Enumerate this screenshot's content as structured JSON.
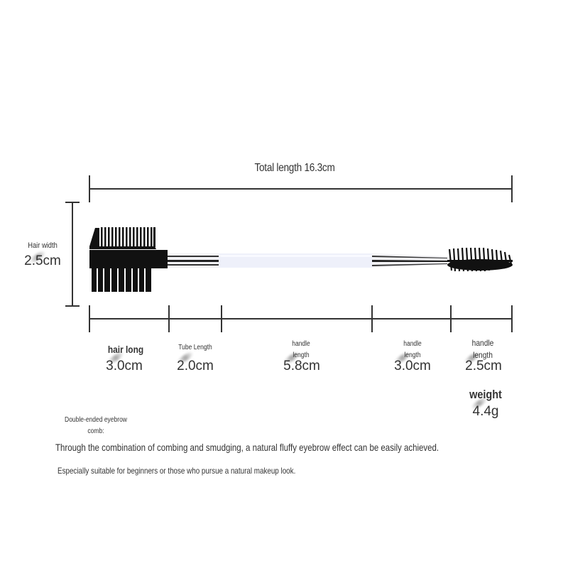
{
  "diagram": {
    "total_length": "Total length 16.3cm",
    "hair_width": {
      "label": "Hair width",
      "value": "2.5cm"
    },
    "segments": [
      {
        "label": "hair long",
        "value": "3.0cm"
      },
      {
        "label": "Tube Length",
        "value": "2.0cm"
      },
      {
        "label": "handle length",
        "value": "5.8cm"
      },
      {
        "label": "handle length",
        "value": "3.0cm"
      },
      {
        "label": "handle length",
        "value": "2.5cm"
      }
    ],
    "weight": {
      "label": "weight",
      "value": "4.4g"
    }
  },
  "description": {
    "title_line1": "Double-ended eyebrow",
    "title_line2": "comb:",
    "line1": "Through the combination of combing and smudging, a natural fluffy eyebrow effect can be easily achieved.",
    "line2": "Especially suitable for beginners or those who pursue a natural makeup look."
  },
  "colors": {
    "lines": "#333333",
    "bristles": "#111111",
    "handle": "#eef0fa"
  }
}
